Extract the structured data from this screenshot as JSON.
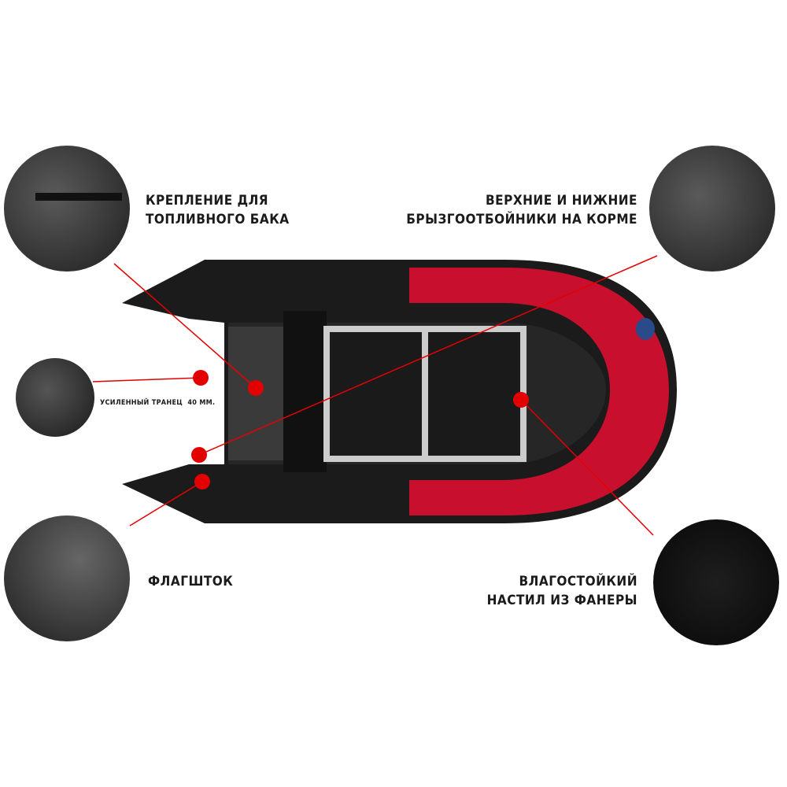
{
  "callouts": {
    "fuel_tank_mount": "КРЕПЛЕНИЕ ДЛЯ\nТОПЛИВНОГО БАКА",
    "splash_guards": "ВЕРХНИЕ И НИЖНИЕ\nБРЫЗГООТБОЙНИКИ НА КОРМЕ",
    "transom": "УСИЛЕННЫЙ ТРАНЕЦ  40 ММ.",
    "flagpole": "ФЛАГШТОК",
    "plywood_floor": "ВЛАГОСТОЙКИЙ\nНАСТИЛ ИЗ ФАНЕРЫ"
  },
  "colors": {
    "accent": "#e30000",
    "tube_red": "#c8102e",
    "hull_black": "#1b1b1b"
  }
}
